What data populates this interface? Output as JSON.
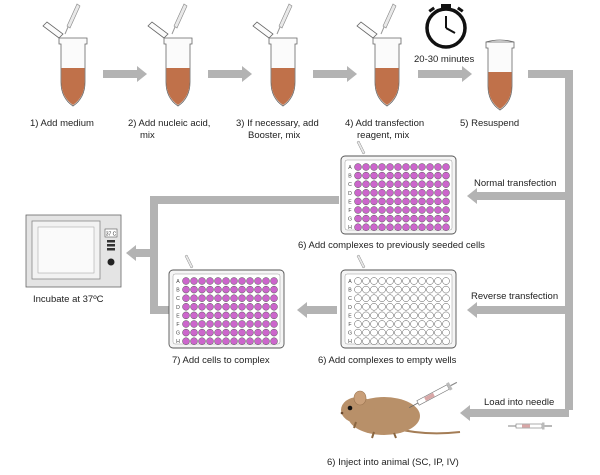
{
  "steps": {
    "s1": "1)  Add medium",
    "s2a": "2)  Add nucleic acid,",
    "s2b": "mix",
    "s3a": "3)  If necessary, add",
    "s3b": "Booster, mix",
    "s4a": "4)  Add transfection",
    "s4b": "reagent, mix",
    "s5": "5)  Resuspend",
    "timer": "20-30 minutes"
  },
  "branches": {
    "normal": "Normal transfection",
    "reverse": "Reverse transfection",
    "needle": "Load into needle"
  },
  "outcomes": {
    "seeded": "6)  Add complexes to previously seeded cells",
    "empty": "6)  Add complexes to empty wells",
    "cells": "7)  Add cells to complex",
    "incubate": "Incubate at 37ºC",
    "inject": "6)  Inject into animal (SC, IP, IV)"
  },
  "incubator_display": "37 C",
  "plate_rows": [
    "A",
    "B",
    "C",
    "D",
    "E",
    "F",
    "G",
    "H"
  ],
  "colors": {
    "arrow": "#b3b3b3",
    "liquid": "#c0714a",
    "well_filled": "#cc66cc",
    "well_empty": "#ffffff",
    "plate_border": "#555555",
    "mouse": "#b89069"
  },
  "icons": [
    "tube-icon",
    "pipette-icon",
    "clock-icon",
    "plate-icon",
    "incubator-icon",
    "mouse-icon",
    "syringe-icon"
  ]
}
